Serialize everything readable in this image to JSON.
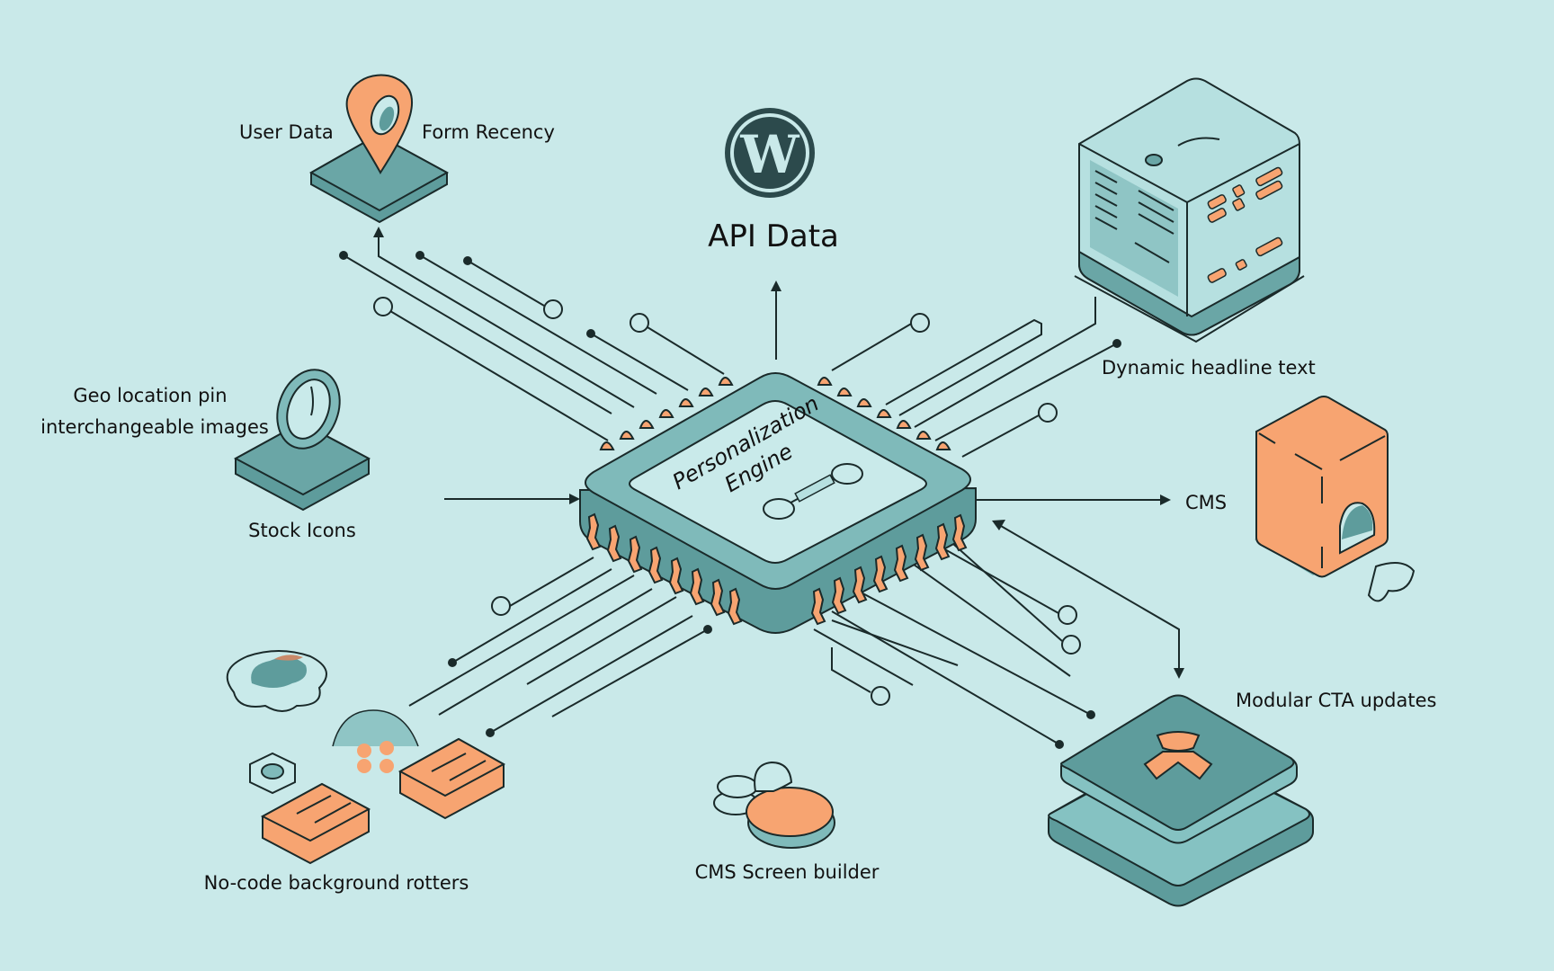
{
  "diagram": {
    "center": {
      "title_line1": "Personalization",
      "title_line2": "Engine",
      "icon": "toggle-switch-icon"
    },
    "nodes": {
      "api_data": {
        "label": "API Data",
        "icon": "wordpress-logo-icon"
      },
      "user_data": {
        "label": "User Data",
        "icon": "map-pin-icon"
      },
      "form_recency": {
        "label": "Form Recency"
      },
      "geo_pin": {
        "label_line1": "Geo location pin",
        "label_line2": "interchangeable images",
        "icon": "ring-icon"
      },
      "stock_icons": {
        "label": "Stock Icons"
      },
      "dynamic_headline": {
        "label": "Dynamic headline text",
        "icon": "server-cube-icon"
      },
      "cms": {
        "label": "CMS",
        "icon": "orange-box-icon"
      },
      "modular_cta": {
        "label": "Modular CTA updates",
        "icon": "stacked-layers-icon"
      },
      "cms_screen_builder": {
        "label": "CMS Screen builder",
        "icon": "palette-icon"
      },
      "nocode_bg": {
        "label": "No-code background rotters",
        "icon": "boxes-cloud-icon"
      }
    },
    "colors": {
      "background": "#c9e9e9",
      "teal_dark": "#5e9c9c",
      "teal_mid": "#7fbaba",
      "teal_light": "#b6e0e0",
      "orange": "#f7a471",
      "ink": "#1a2a2a"
    }
  }
}
